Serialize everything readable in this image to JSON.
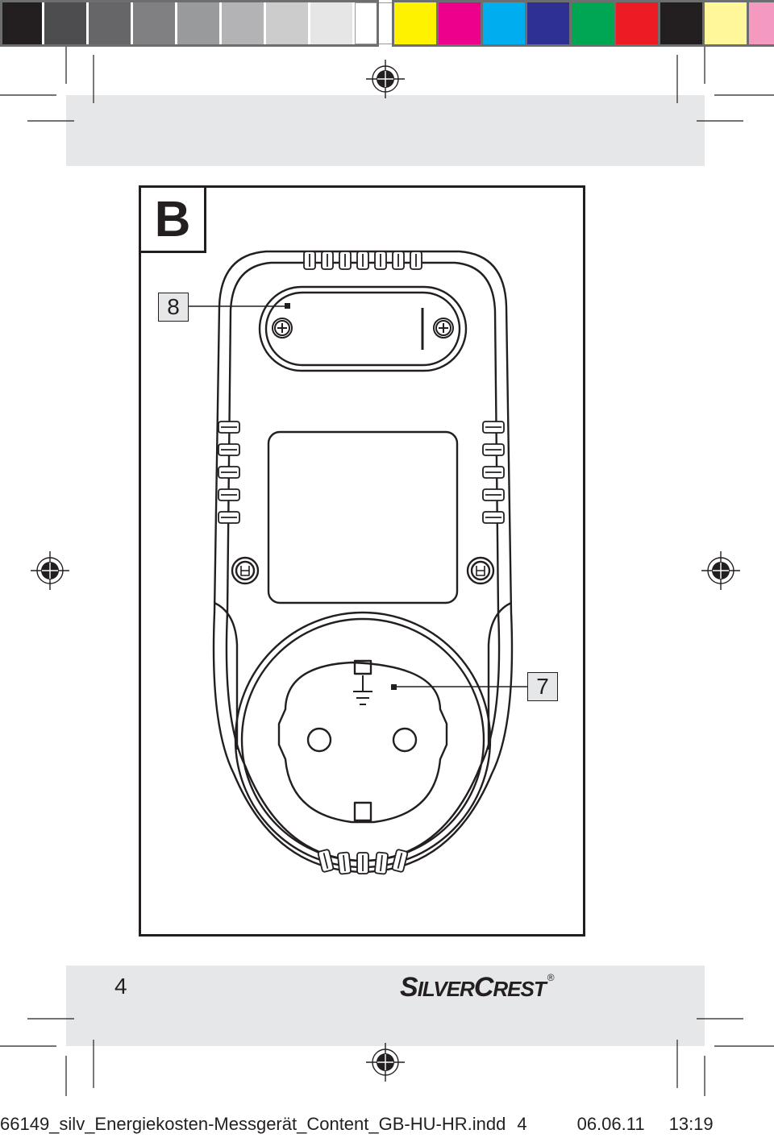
{
  "color_bar": {
    "grays": [
      "#231f20",
      "#4d4d4f",
      "#666668",
      "#808082",
      "#999a9c",
      "#b3b3b5",
      "#cccccd",
      "#e6e6e7",
      "#ffffff"
    ],
    "colors": [
      "#fff200",
      "#ec008c",
      "#00aeef",
      "#2e3192",
      "#00a651",
      "#ed1c24",
      "#231f20",
      "#fff799",
      "#f49ac1"
    ]
  },
  "figure": {
    "letter": "B",
    "callouts": [
      {
        "label": "8"
      },
      {
        "label": "7"
      }
    ]
  },
  "footer": {
    "page_number": "4",
    "brand": {
      "part1_big": "S",
      "part1_small": "ILVER",
      "part2_big": "C",
      "part2_small": "REST",
      "mark": "®"
    }
  },
  "slug": {
    "filename": "66149_silv_Energiekosten-Messgerät_Content_GB-HU-HR.indd",
    "page": "4",
    "date": "06.06.11",
    "time": "13:19"
  }
}
